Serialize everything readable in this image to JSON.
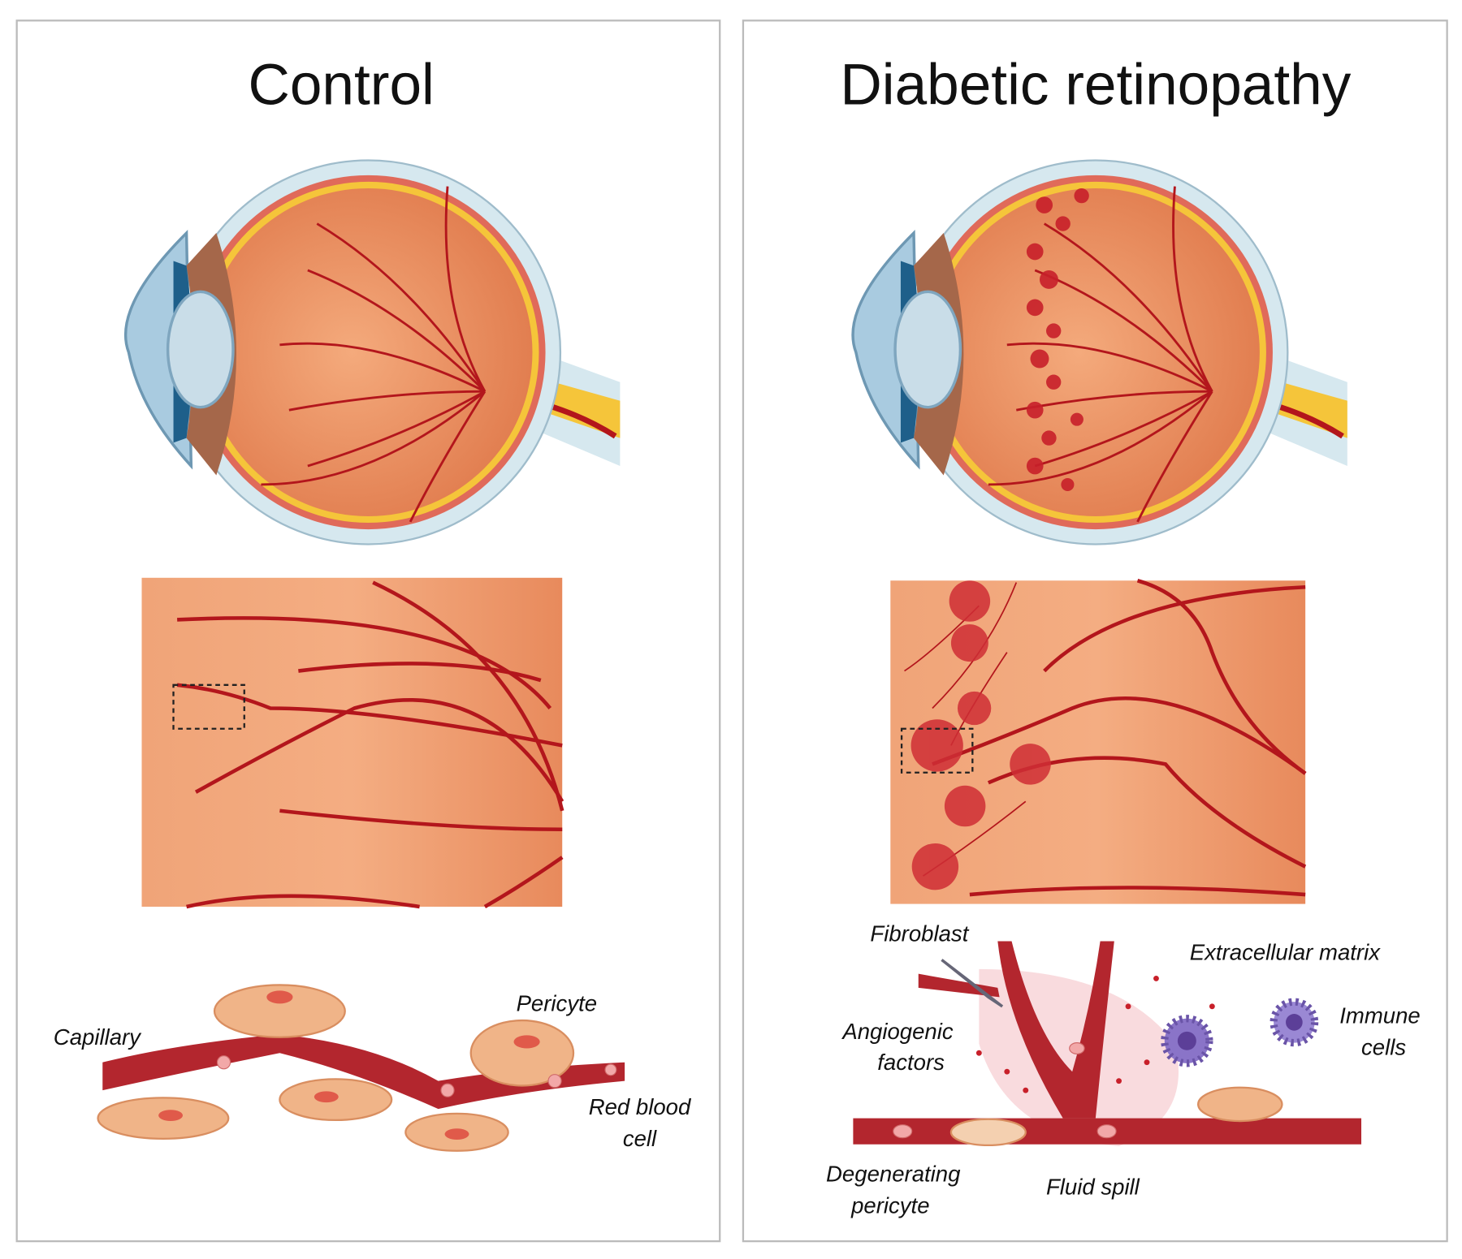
{
  "panels": {
    "control": {
      "title": "Control",
      "labels": {
        "capillary": "Capillary",
        "pericyte": "Pericyte",
        "red_blood_cell_1": "Red blood",
        "red_blood_cell_2": "cell"
      }
    },
    "diabetic": {
      "title": "Diabetic retinopathy",
      "labels": {
        "fibroblast": "Fibroblast",
        "extracellular_matrix": "Extracellular matrix",
        "angiogenic_1": "Angiogenic",
        "angiogenic_2": "factors",
        "immune_1": "Immune",
        "immune_2": "cells",
        "degenerating_1": "Degenerating",
        "degenerating_2": "pericyte",
        "fluid_spill": "Fluid spill"
      }
    }
  },
  "colors": {
    "retina": "#e8875a",
    "vessel": "#b3161c",
    "sclera": "#cfe3ec",
    "nerve": "#f5c53a",
    "pericyte": "#f0b488",
    "immune": "#8a74c8"
  }
}
